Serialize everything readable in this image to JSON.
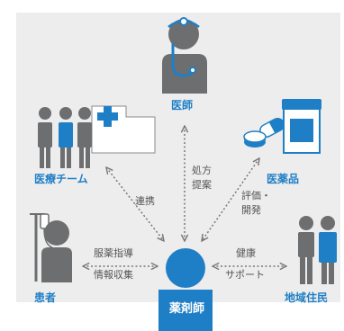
{
  "colors": {
    "background": "#ededed",
    "accent_blue": "#1f7fc6",
    "figure_gray": "#6d6e70",
    "arrow": "#777777",
    "label_gray": "#555555"
  },
  "nodes": {
    "center": "薬剤師",
    "doctor": "医師",
    "medical_team": "医療チーム",
    "medicine": "医薬品",
    "patient": "患者",
    "residents": "地域住民"
  },
  "relations": {
    "doctor_line1": "処方",
    "doctor_line2": "提案",
    "team": "連携",
    "medicine_line1": "評価・",
    "medicine_line2": "開発",
    "patient_line1": "服薬指導",
    "patient_line2": "情報収集",
    "residents_line1": "健康",
    "residents_line2": "サポート"
  },
  "icons": [
    "doctor-icon",
    "hospital-icon",
    "medical-staff-icon",
    "capsule-icon",
    "pill-icon",
    "medicine-bottle-icon",
    "patient-iv-icon",
    "residents-icon",
    "pharmacist-icon"
  ]
}
